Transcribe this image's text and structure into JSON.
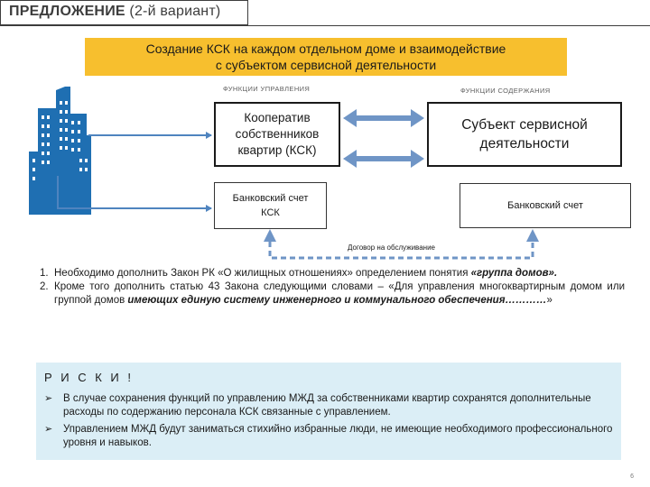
{
  "header": {
    "title": "ПРЕДЛОЖЕНИЕ",
    "subtitle": "(2-й вариант)"
  },
  "banner": {
    "line1": "Создание КСК на каждом отдельном доме и взаимодействие",
    "line2": "с субъектом сервисной деятельности"
  },
  "labels": {
    "management": "ФУНКЦИИ УПРАВЛЕНИЯ",
    "maintenance": "ФУНКЦИИ СОДЕРЖАНИЯ",
    "contract": "Договор на обслуживание"
  },
  "boxes": {
    "ksk": [
      "Кооператив",
      "собственников",
      "квартир (КСК)"
    ],
    "service": [
      "Субъект сервисной",
      "деятельности"
    ],
    "bank_ksk": [
      "Банковский счет",
      "КСК"
    ],
    "bank": "Банковский счет"
  },
  "list": [
    {
      "num": "1.",
      "text": "Необходимо дополнить Закон РК «О жилищных отношениях» определением понятия ",
      "emphasis": "«группа домов».",
      "tail": ""
    },
    {
      "num": "2.",
      "text": "Кроме того дополнить статью 43 Закона следующими словами – «Для управления многоквартирным домом или группой домов ",
      "emphasis": "имеющих единую систему инженерного и коммунального обеспечения…………",
      "tail": "»"
    }
  ],
  "risks": {
    "title": "Р И С К И !",
    "marker": "➢",
    "items": [
      "В случае сохранения функций по управлению МЖД за собственниками квартир сохранятся дополнительные расходы по содержанию персонала КСК связанные с управлением.",
      "Управлением МЖД будут заниматься стихийно избранные люди, не имеющие необходимого профессионального уровня и навыков."
    ]
  },
  "page_number": "6",
  "colors": {
    "banner": "#f7bf2e",
    "risk_panel": "#dbeef6",
    "building_blue": "#1f6fb2",
    "arrow_blue": "#4f84bf",
    "connector_blue": "#6f95c6"
  },
  "icons": {
    "buildings": "city-buildings-icon",
    "arrows": "arrow-icon"
  }
}
